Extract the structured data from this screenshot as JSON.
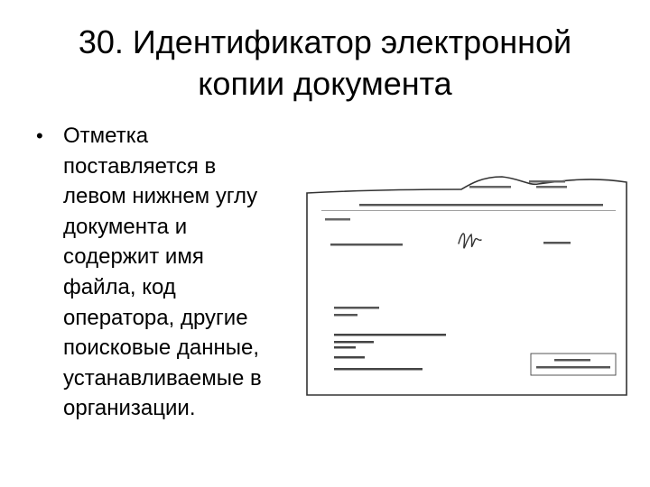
{
  "title": {
    "line1": "30. Идентификатор электронной",
    "line2": "копии документа"
  },
  "bullet": {
    "symbol": "•",
    "lines": [
      "Отметка",
      "поставляется в",
      "левом нижнем углу",
      "документа и",
      "содержит имя",
      "файла, код",
      "оператора, другие",
      "поисковые данные,",
      "устанавливаемые в",
      "организации."
    ]
  },
  "colors": {
    "text": "#000000",
    "background": "#ffffff",
    "document_border": "#333333"
  }
}
